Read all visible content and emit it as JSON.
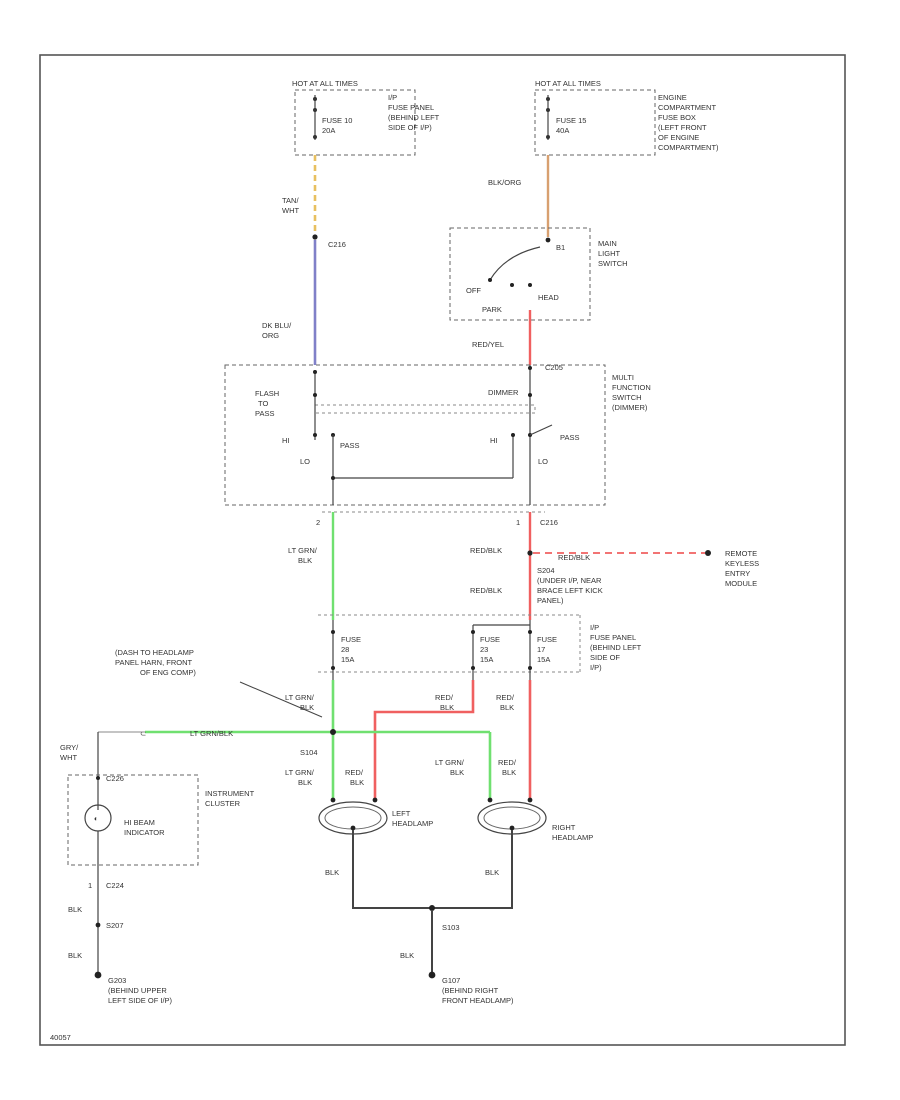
{
  "sources": {
    "left_header": "HOT AT ALL TIMES",
    "right_header": "HOT AT ALL TIMES",
    "fuse_left": [
      "FUSE 10",
      "20A"
    ],
    "fuse_left_desc": [
      "I/P",
      "FUSE PANEL",
      "(BEHIND LEFT",
      "SIDE OF I/P)"
    ],
    "fuse_right": [
      "FUSE 15",
      "40A"
    ],
    "fuse_right_desc": [
      "ENGINE",
      "COMPARTMENT",
      "FUSE BOX",
      "(LEFT FRONT",
      "OF ENGINE",
      "COMPARTMENT)"
    ]
  },
  "wires": {
    "tan_wht": [
      "TAN/",
      "WHT"
    ],
    "blk_org": "BLK/ORG",
    "dk_blu_org": [
      "DK BLU/",
      "ORG"
    ],
    "red_yel": "RED/YEL",
    "lt_grn_blk": [
      "LT GRN/",
      "BLK"
    ],
    "red_blk_1": "RED/BLK",
    "red_blk_2": "RED/BLK",
    "red_blk_3": "RED/BLK",
    "lt_grn_blk_2": [
      "LT GRN/",
      "BLK"
    ],
    "red_blk_4": [
      "RED/",
      "BLK"
    ],
    "red_blk_5": [
      "RED/",
      "BLK"
    ],
    "lt_grn_blk_bottom": "LT GRN/BLK",
    "lt_grn_blk_3": [
      "LT GRN/",
      "BLK"
    ],
    "red_blk_6": [
      "RED/",
      "BLK"
    ],
    "lt_grn_blk_4": [
      "LT GRN/",
      "BLK"
    ],
    "red_blk_7": [
      "RED/",
      "BLK"
    ],
    "gry_wht": [
      "GRY/",
      "WHT"
    ],
    "blk_1": "BLK",
    "blk_2": "BLK",
    "blk_3": "BLK",
    "blk_4": "BLK",
    "blk_5": "BLK"
  },
  "connectors": {
    "c216_top": "C216",
    "c205": "C205",
    "c216_mid": "C216",
    "pin_b1": "B1",
    "pin_2": "2",
    "pin_1": "1",
    "c226": "C226",
    "c224": "C224"
  },
  "headlight_switch": {
    "label": [
      "MAIN",
      "LIGHT",
      "SWITCH"
    ],
    "off": "OFF",
    "park": "PARK",
    "head": "HEAD"
  },
  "multifunction": {
    "label": [
      "MULTI",
      "FUNCTION",
      "SWITCH",
      "(DIMMER)"
    ],
    "flash": [
      "FLASH",
      "TO",
      "PASS"
    ],
    "dimmer": "DIMMER",
    "hi_left": "HI",
    "lo_left": "LO",
    "pass_left": "PASS",
    "hi_right": "HI",
    "lo_right": "LO",
    "pass_right": "PASS"
  },
  "splices": {
    "s204": [
      "S204",
      "(UNDER I/P, NEAR",
      "BRACE LEFT KICK",
      "PANEL)"
    ],
    "s104": "S104",
    "s103": "S103",
    "s207": "S207"
  },
  "remote": [
    "REMOTE",
    "KEYLESS",
    "ENTRY",
    "MODULE"
  ],
  "fuses_mid": {
    "fuse_a": [
      "FUSE",
      "28",
      "15A"
    ],
    "fuse_b": [
      "FUSE",
      "23",
      "15A"
    ],
    "fuse_c": [
      "FUSE",
      "17",
      "15A"
    ],
    "panel": [
      "I/P",
      "FUSE PANEL",
      "(BEHIND LEFT",
      "SIDE OF",
      "I/P)"
    ]
  },
  "dash_note": [
    "(DASH TO HEADLAMP",
    "PANEL HARN, FRONT",
    "OF ENG COMP)"
  ],
  "cluster": {
    "label": [
      "INSTRUMENT",
      "CLUSTER"
    ],
    "indicator": [
      "HI BEAM",
      "INDICATOR"
    ]
  },
  "lamps": {
    "left": [
      "LEFT",
      "HEADLAMP"
    ],
    "right": [
      "RIGHT",
      "HEADLAMP"
    ]
  },
  "grounds": {
    "g203": [
      "G203",
      "(BEHIND UPPER",
      "LEFT SIDE OF I/P)"
    ],
    "g107": [
      "G107",
      "(BEHIND RIGHT",
      "FRONT HEADLAMP)"
    ]
  },
  "figure_id": "40057",
  "colors": {
    "frame": "#555555",
    "dash": "#666666",
    "tan": "#e8c060",
    "dk_blue": "#8080c8",
    "orange": "#d8a070",
    "red": "#f06060",
    "lt_green": "#70e070",
    "black": "#444444"
  }
}
